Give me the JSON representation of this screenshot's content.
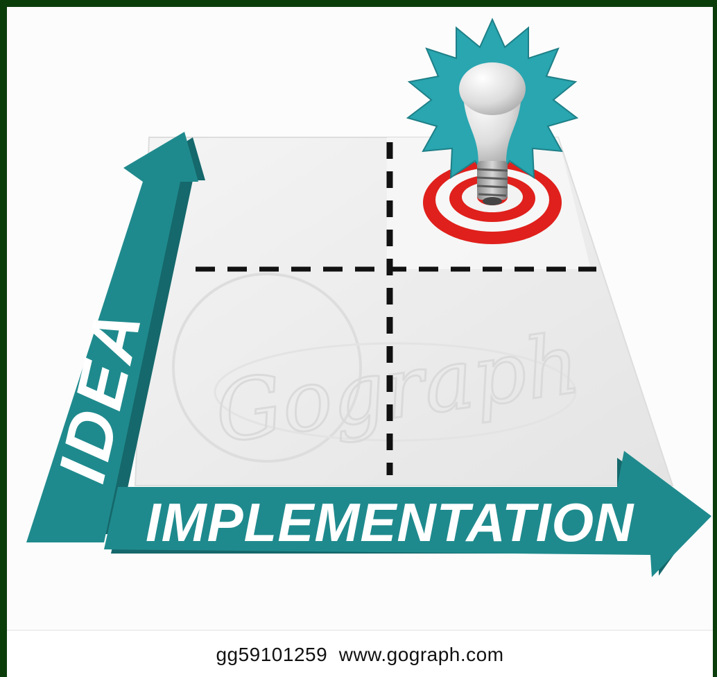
{
  "diagram": {
    "y_axis_label": "IDEA",
    "x_axis_label": "IMPLEMENTATION",
    "highlighted_quadrant": "top-right",
    "marker": "lightbulb-on-target",
    "colors": {
      "arrow": "#1f8a8d",
      "arrow_dark": "#15686b",
      "grid_plane": "#eeeeee",
      "dash": "#111111",
      "target_red": "#e0201c",
      "burst": "#29a6b0",
      "bulb": "#e8e8e8"
    }
  },
  "watermark": {
    "text": "Gograph"
  },
  "footer": {
    "credit": "gg59101259  www.gograph.com"
  }
}
